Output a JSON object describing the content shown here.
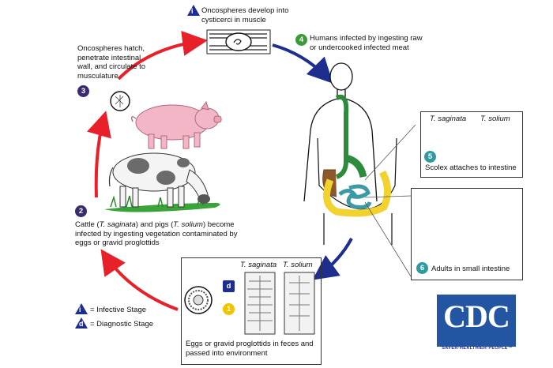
{
  "diagram": {
    "top_stage": {
      "badge": "i",
      "text": "Oncospheres develop into cysticerci in muscle"
    },
    "stage_4": {
      "num": "4",
      "text": "Humans infected by ingesting raw or undercooked infected meat"
    },
    "stage_3": {
      "num": "3",
      "text": "Oncospheres hatch, penetrate intestinal wall, and circulate to musculature"
    },
    "stage_2": {
      "num": "2",
      "cattle_prefix": "Cattle (",
      "cattle_species": "T. saginata",
      "mid": ") and pigs (",
      "pig_species": "T. solium",
      "rest": ") become infected by ingesting vegetation contaminated by eggs or gravid proglottids"
    },
    "stage_5": {
      "num": "5",
      "label_saginata": "T. saginata",
      "label_solium": "T. solium",
      "text": "Scolex attaches to intestine"
    },
    "stage_6": {
      "num": "6",
      "text": "Adults in small intestine"
    },
    "stage_1": {
      "num": "1",
      "diag_badge": "d",
      "label_saginata": "T. saginata",
      "label_solium": "T. solium",
      "text": "Eggs or gravid proglottids in feces and passed into environment"
    },
    "legend": {
      "infective_badge": "i",
      "infective_text": "= Infective Stage",
      "diagnostic_badge": "d",
      "diagnostic_text": "= Diagnostic Stage"
    },
    "logo": {
      "word": "CDC",
      "tagline": "SAFER·HEALTHIER·PEOPLE™"
    },
    "colors": {
      "red_arrow": "#e8202a",
      "blue_arrow": "#1d2e8f",
      "purple_badge": "#3a2a6e",
      "green_badge": "#3b9b3b",
      "teal_badge": "#2f9aa0",
      "yellow_badge": "#f2c300",
      "pig": "#f3b6c6",
      "gut_green": "#2e8b3c",
      "gut_yellow": "#f2d22e",
      "gut_teal": "#3a9aa5"
    }
  }
}
